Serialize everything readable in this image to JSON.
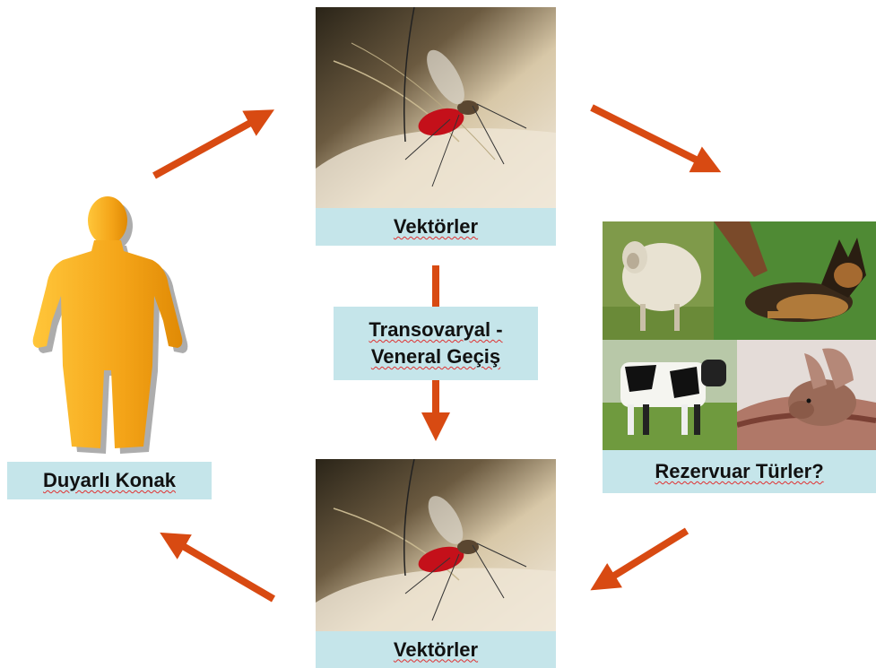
{
  "vector_top": {
    "label": "Vektörler"
  },
  "vector_bottom": {
    "label": "Vektörler"
  },
  "transmission": {
    "line1": "Transovaryal -",
    "line2": "Veneral Geçiş"
  },
  "host": {
    "label": "Duyarlı Konak"
  },
  "reservoir": {
    "label": "Rezervuar Türler?"
  },
  "colors": {
    "arrow": "#d84a12",
    "label_bg": "#c5e5ea",
    "human": "#f4a418"
  },
  "icons": [
    "human-silhouette-icon",
    "mosquito-photo",
    "sheep-photo",
    "dog-photo",
    "cow-photo",
    "bat-photo"
  ]
}
